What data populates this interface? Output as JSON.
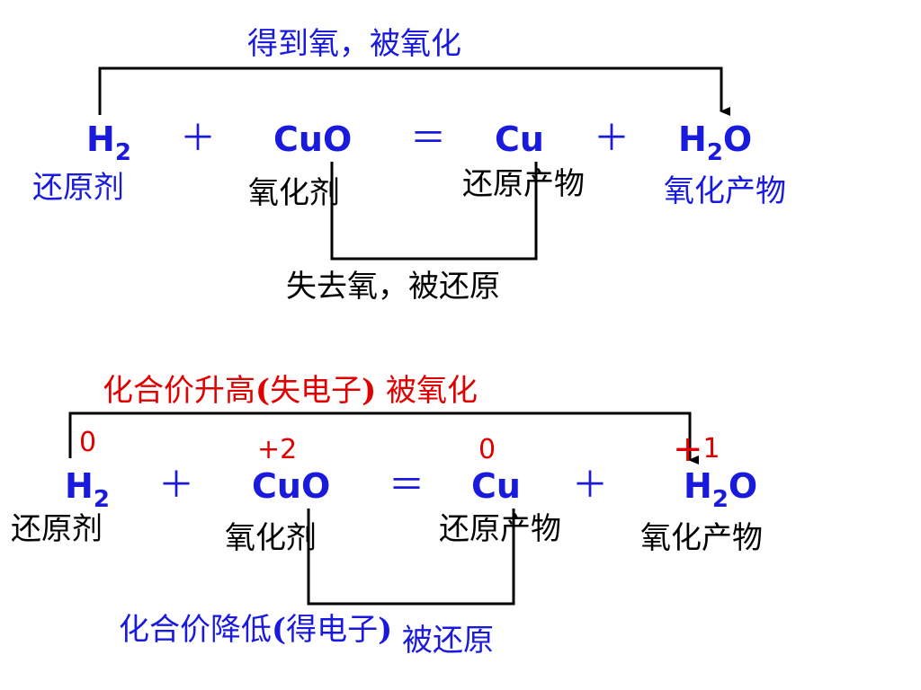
{
  "colors": {
    "blue": "#1a1adc",
    "black": "#000000",
    "red": "#e00000"
  },
  "top": {
    "caption_top": "得到氧，被氧化",
    "caption_bottom": "失去氧，被还原",
    "equation": {
      "h2": {
        "el": "H",
        "sub": "2"
      },
      "plus1": "＋",
      "cuo": "CuO",
      "eq": "＝",
      "cu": "Cu",
      "plus2": "＋",
      "h2o": {
        "el1": "H",
        "sub": "2",
        "el2": "O"
      }
    },
    "labels": {
      "reducing_agent": "还原剂",
      "oxidizing_agent": "氧化剂",
      "reduction_product": "还原产物",
      "oxidation_product": "氧化产物"
    }
  },
  "bottom": {
    "caption_top": {
      "a": "化合价升高",
      "b": "(",
      "c": "失电子",
      "d": ")",
      "e": " 被氧化"
    },
    "caption_bottom": {
      "a": "化合价降低",
      "b": "(",
      "c": "得电子",
      "d": ")",
      "e": "被还原"
    },
    "oxidation_states": {
      "h2": "0",
      "cuo": "+2",
      "cu": "0",
      "h2o_plus": "+",
      "h2o_num": "1"
    },
    "equation": {
      "h2": {
        "el": "H",
        "sub": "2"
      },
      "plus1": "＋",
      "cuo": "CuO",
      "eq": "＝",
      "cu": "Cu",
      "plus2": "＋",
      "h2o": {
        "el1": "H",
        "sub": "2",
        "el2": "O"
      }
    },
    "labels": {
      "reducing_agent": "还原剂",
      "oxidizing_agent": "氧化剂",
      "reduction_product": "还原产物",
      "oxidation_product": "氧化产物"
    }
  }
}
